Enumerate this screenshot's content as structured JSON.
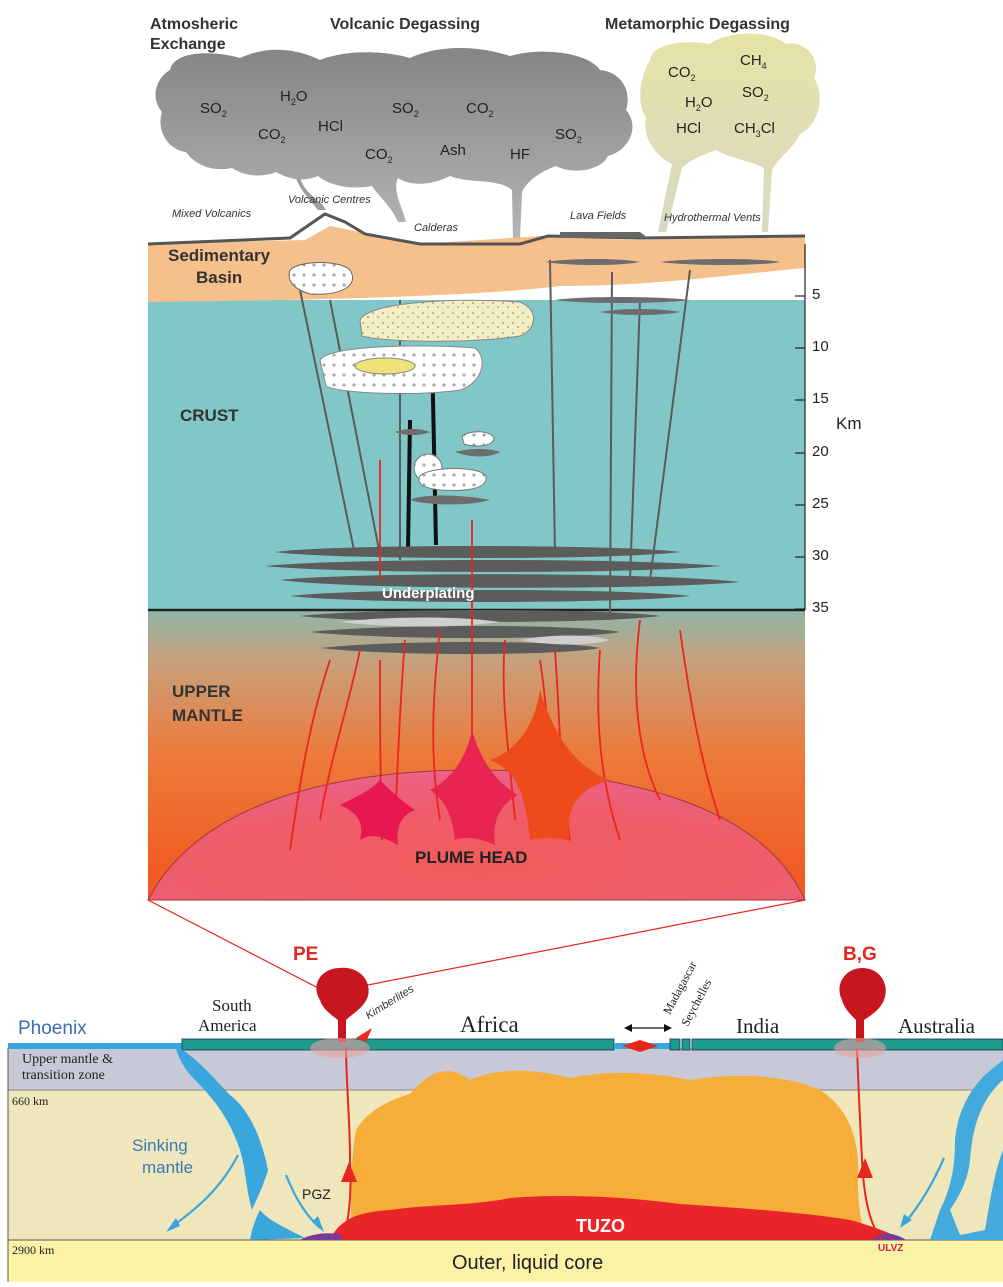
{
  "top": {
    "headers": {
      "atmospheric_1": "Atmosheric",
      "atmospheric_2": "Exchange",
      "volcanic": "Volcanic Degassing",
      "metamorphic": "Metamorphic Degassing"
    },
    "volcanic_gases": {
      "so2_a": "SO2",
      "h2o": "H2O",
      "co2_a": "CO2",
      "hcl": "HCl",
      "so2_b": "SO2",
      "co2_b": "CO2",
      "co2_c": "CO2",
      "ash": "Ash",
      "hf": "HF",
      "so2_c": "SO2"
    },
    "metamorphic_gases": {
      "co2": "CO2",
      "ch4": "CH4",
      "h2o": "H2O",
      "so2": "SO2",
      "hcl": "HCl",
      "ch3cl": "CH3Cl"
    },
    "surface_features": {
      "mixed": "Mixed Volcanics",
      "centres": "Volcanic Centres",
      "calderas": "Calderas",
      "lava": "Lava Fields",
      "vents": "Hydrothermal Vents"
    },
    "layers": {
      "sed_1": "Sedimentary",
      "sed_2": "Basin",
      "crust": "CRUST",
      "underplating": "Underplating",
      "upper_1": "UPPER",
      "upper_2": "MANTLE",
      "plume_head": "PLUME HEAD"
    },
    "depth_axis": {
      "unit": "Km",
      "ticks": [
        "5",
        "10",
        "15",
        "20",
        "25",
        "30",
        "35"
      ]
    }
  },
  "bottom": {
    "pe": "PE",
    "bg": "B,G",
    "phoenix": "Phoenix",
    "south_america_1": "South",
    "south_america_2": "America",
    "kimberlites": "Kimberlites",
    "africa": "Africa",
    "madagascar": "Madagascar",
    "seychelles": "Seychelles",
    "india": "India",
    "australia": "Australia",
    "upper_mantle_1": "Upper mantle &",
    "upper_mantle_2": "transition zone",
    "depth_660": "660 km",
    "sinking_1": "Sinking",
    "sinking_2": "mantle",
    "pgz": "PGZ",
    "tuzo": "TUZO",
    "depth_2900": "2900 km",
    "ulvz": "ULVZ",
    "outer_core": "Outer, liquid core"
  },
  "colors": {
    "crust": "#82c7c7",
    "sediment": "#f6c08c",
    "volcanic_cloud": "#9b9b9b",
    "metamorphic_cloud": "#e5e2a3",
    "plume_red": "#e8261e",
    "tuzo_orange": "#f6ad3a",
    "tuzo_red": "#e8262a",
    "slab_blue": "#3aa6de",
    "plate_green": "#1f9a8c",
    "upper_mantle_grey": "#c7cad6",
    "lower_mantle": "#efe6bc",
    "core": "#fbf2a6"
  }
}
